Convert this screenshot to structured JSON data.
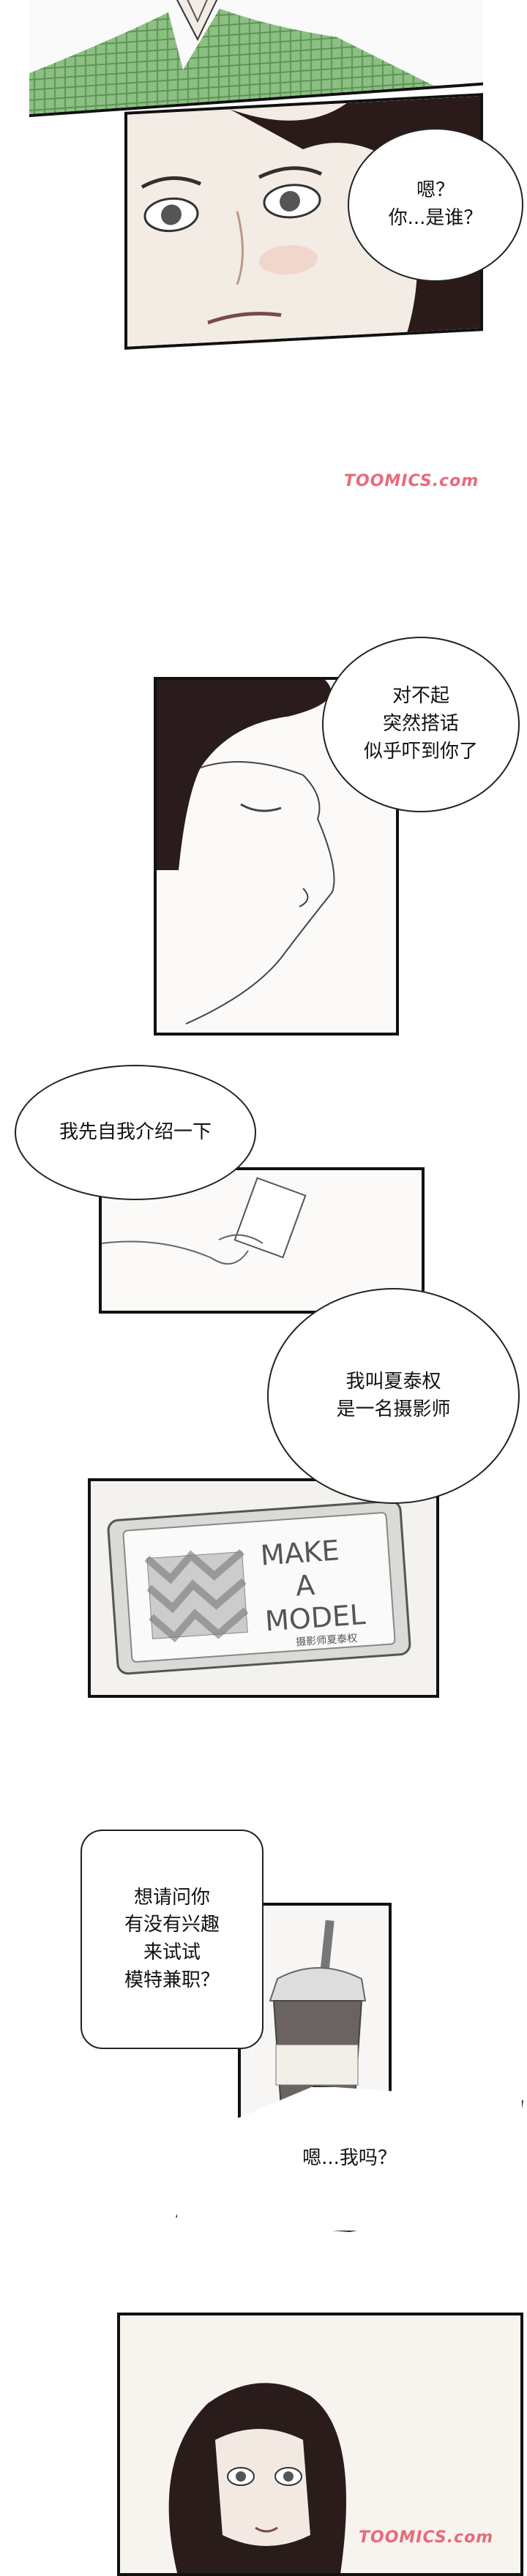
{
  "watermark": "TOOMICS.com",
  "bubbles": {
    "b1": "嗯？\n你...是谁？",
    "b2": "对不起\n突然搭话\n似乎吓到你了",
    "b3": "我先自我介绍一下",
    "b4": "我叫夏泰权\n是一名摄影师",
    "b5": "想请问你\n有没有兴趣\n来试试\n模特兼职？",
    "b6": "嗯...我吗？"
  },
  "card": {
    "line1": "MAKE",
    "line2": "A",
    "line3": "MODEL",
    "subtitle": "摄影师夏泰权"
  },
  "colors": {
    "watermark": "#e86a7a",
    "shirt": "#7fb27a",
    "ink": "#111111"
  }
}
